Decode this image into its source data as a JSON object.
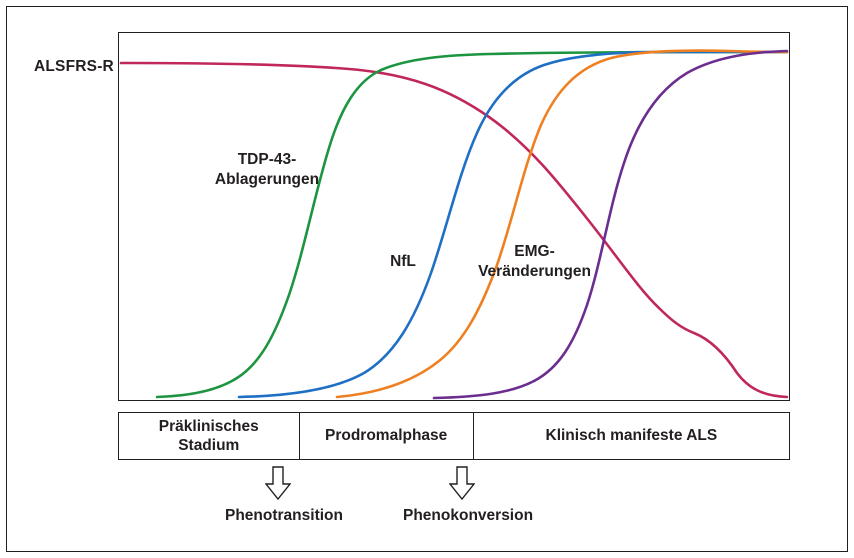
{
  "figure": {
    "axis_label": "ALSFRS-R",
    "stages": [
      {
        "label": "Präklinisches\nStadium",
        "width_pct": 26.8
      },
      {
        "label": "Prodromalphase",
        "width_pct": 26.0
      },
      {
        "label": "Klinisch manifeste ALS",
        "width_pct": 47.2
      }
    ],
    "transitions": [
      {
        "label": "Phenotransition"
      },
      {
        "label": "Phenokonversion"
      }
    ]
  },
  "chart_data": {
    "type": "line",
    "title": "",
    "xlabel": "",
    "ylabel": "ALSFRS-R",
    "xlim": [
      0,
      100
    ],
    "ylim": [
      0,
      100
    ],
    "grid": false,
    "legend": "inline-annotations",
    "x": [
      0,
      5,
      10,
      15,
      20,
      25,
      30,
      35,
      40,
      45,
      50,
      55,
      60,
      65,
      70,
      75,
      80,
      85,
      90,
      95,
      100
    ],
    "series": [
      {
        "name": "ALSFRS-R",
        "color": "#c0275c",
        "label": "ALSFRS-R",
        "label_position": "left-outside",
        "values": [
          96,
          96,
          96,
          96,
          96,
          95.5,
          95,
          94,
          92,
          89,
          86,
          83,
          80,
          77,
          73,
          68,
          58,
          40,
          20,
          8,
          3
        ]
      },
      {
        "name": "TDP-43-Ablagerungen",
        "color": "#1d9440",
        "label": "TDP-43-\nAblagerungen",
        "label_position": "left-of-curve",
        "values": [
          1,
          1.5,
          2,
          3,
          5,
          9,
          17,
          30,
          48,
          66,
          80,
          88,
          93,
          95,
          96,
          96.5,
          97,
          97,
          97,
          97,
          97
        ]
      },
      {
        "name": "NfL",
        "color": "#1f6fc4",
        "label": "NfL",
        "label_position": "left-of-curve",
        "values": [
          1,
          1,
          1.2,
          1.5,
          2,
          2.5,
          4,
          7,
          13,
          23,
          38,
          55,
          71,
          83,
          90,
          94,
          96,
          96.5,
          97,
          97,
          97
        ]
      },
      {
        "name": "EMG-Veränderungen",
        "color": "#ef8022",
        "label": "EMG-\nVeränderungen",
        "label_position": "left-of-curve",
        "values": [
          null,
          null,
          null,
          null,
          null,
          1,
          1.5,
          3,
          6,
          12,
          22,
          36,
          52,
          68,
          80,
          88,
          93,
          95,
          96,
          97,
          97
        ]
      },
      {
        "name": "unnamed-purple",
        "color": "#6b2d8f",
        "label": "",
        "label_position": "none",
        "values": [
          null,
          null,
          null,
          null,
          null,
          null,
          1,
          1,
          1.5,
          2,
          3,
          5,
          9,
          17,
          33,
          56,
          76,
          88,
          94,
          96,
          97
        ]
      }
    ]
  }
}
